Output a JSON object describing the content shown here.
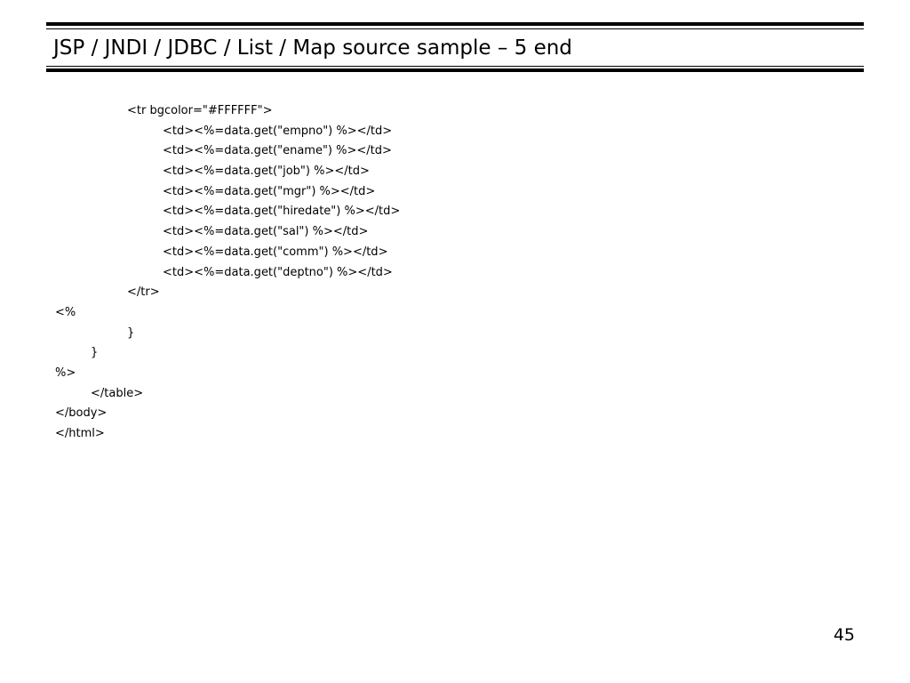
{
  "slide": {
    "title": "JSP / JNDI / JDBC / List / Map source sample – 5 end",
    "page_number": "45"
  },
  "code": {
    "lines": [
      "<tr bgcolor=\"#FFFFFF\">",
      "<td><%=data.get(\"empno\") %></td>",
      "<td><%=data.get(\"ename\") %></td>",
      "<td><%=data.get(\"job\") %></td>",
      "<td><%=data.get(\"mgr\") %></td>",
      "<td><%=data.get(\"hiredate\") %></td>",
      "<td><%=data.get(\"sal\") %></td>",
      "<td><%=data.get(\"comm\") %></td>",
      "<td><%=data.get(\"deptno\") %></td>",
      "</tr>",
      "<%",
      "}",
      "}",
      "%>",
      "</table>",
      "</body>",
      "</html>"
    ]
  }
}
